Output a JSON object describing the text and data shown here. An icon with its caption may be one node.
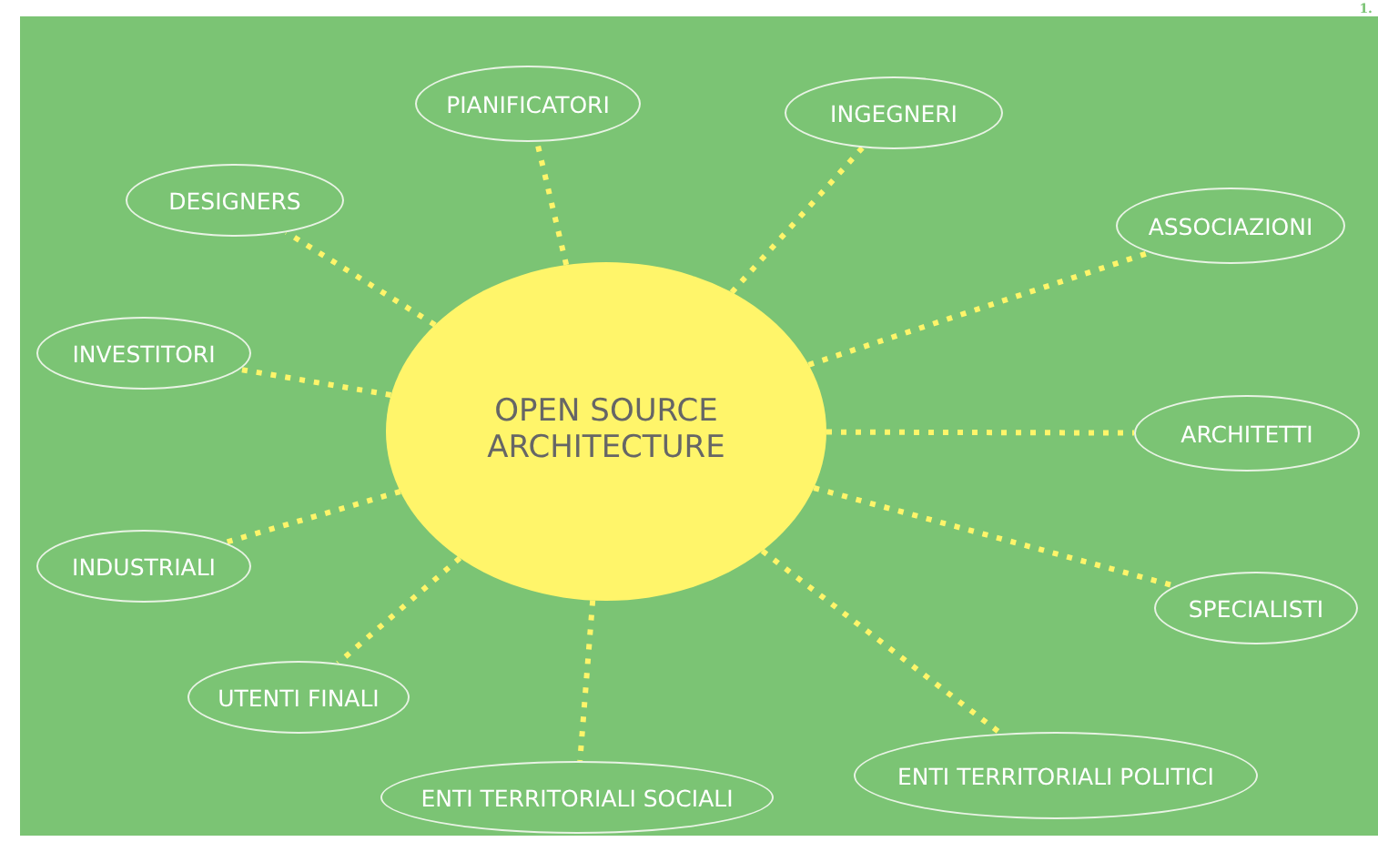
{
  "diagram": {
    "nodes": [
      {
        "text": [
          "OPEN SOURCE ARCHITECTURE"
        ]
      },
      {
        "text": [
          "PIANIFICATORI"
        ]
      },
      {
        "text": [
          "INGEGNERI"
        ]
      },
      {
        "text": [
          "DESIGNERS"
        ]
      },
      {
        "text": [
          "ASSOCIAZIONI"
        ]
      },
      {
        "text": [
          "INVESTITORI"
        ]
      },
      {
        "text": [
          "ARCHITETTI"
        ]
      },
      {
        "text": [
          "INDUSTRIALI"
        ]
      },
      {
        "text": [
          "SPECIALISTI"
        ]
      },
      {
        "text": [
          "UTENTI FINALI"
        ]
      },
      {
        "text": [
          "ENTI TERRITORIALI SOCIALI"
        ]
      },
      {
        "text": [
          "ENTI TERRITORIALI POLITICI"
        ]
      }
    ],
    "edges": [
      {
        "from": 0,
        "to": 1,
        "arrow": "none"
      },
      {
        "from": 0,
        "to": 2,
        "arrow": "none"
      },
      {
        "from": 0,
        "to": 3,
        "arrow": "none"
      },
      {
        "from": 0,
        "to": 4,
        "arrow": "none"
      },
      {
        "from": 0,
        "to": 5,
        "arrow": "none"
      },
      {
        "from": 0,
        "to": 6,
        "arrow": "none"
      },
      {
        "from": 0,
        "to": 7,
        "arrow": "none"
      },
      {
        "from": 0,
        "to": 8,
        "arrow": "none"
      },
      {
        "from": 0,
        "to": 9,
        "arrow": "none"
      },
      {
        "from": 0,
        "to": 10,
        "arrow": "none"
      },
      {
        "from": 0,
        "to": 11,
        "arrow": "none"
      }
    ],
    "labels": [
      "1."
    ]
  }
}
